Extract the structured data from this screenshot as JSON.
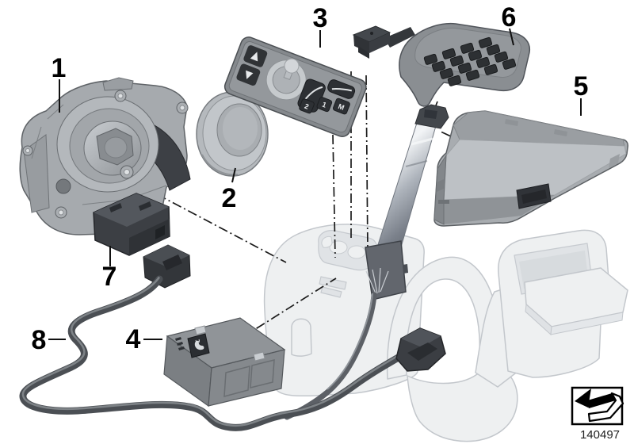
{
  "diagram": {
    "background_color": "#ffffff",
    "doc_number": "140497",
    "callouts": [
      {
        "label": "1",
        "part": "rotary-controller-unit"
      },
      {
        "label": "2",
        "part": "controller-knob-cap"
      },
      {
        "label": "3",
        "part": "seat-adjustment-switch-panel"
      },
      {
        "label": "4",
        "part": "seat-heating-switch"
      },
      {
        "label": "5",
        "part": "control-unit-module"
      },
      {
        "label": "6",
        "part": "telephone-keypad"
      },
      {
        "label": "7",
        "part": "plug-connector"
      },
      {
        "label": "8",
        "part": "wiring-harness-cable"
      }
    ],
    "panel_keys": {
      "memory": "M",
      "preset1": "1",
      "preset2": "2"
    },
    "colors": {
      "part_light": "#b6babe",
      "part_mid": "#9a9ea2",
      "part_dark": "#3a3d41",
      "ghost_fill": "#eef0f1",
      "ghost_stroke": "#c3c7cc",
      "cable": "#4b4f54",
      "label": "#000000"
    }
  }
}
